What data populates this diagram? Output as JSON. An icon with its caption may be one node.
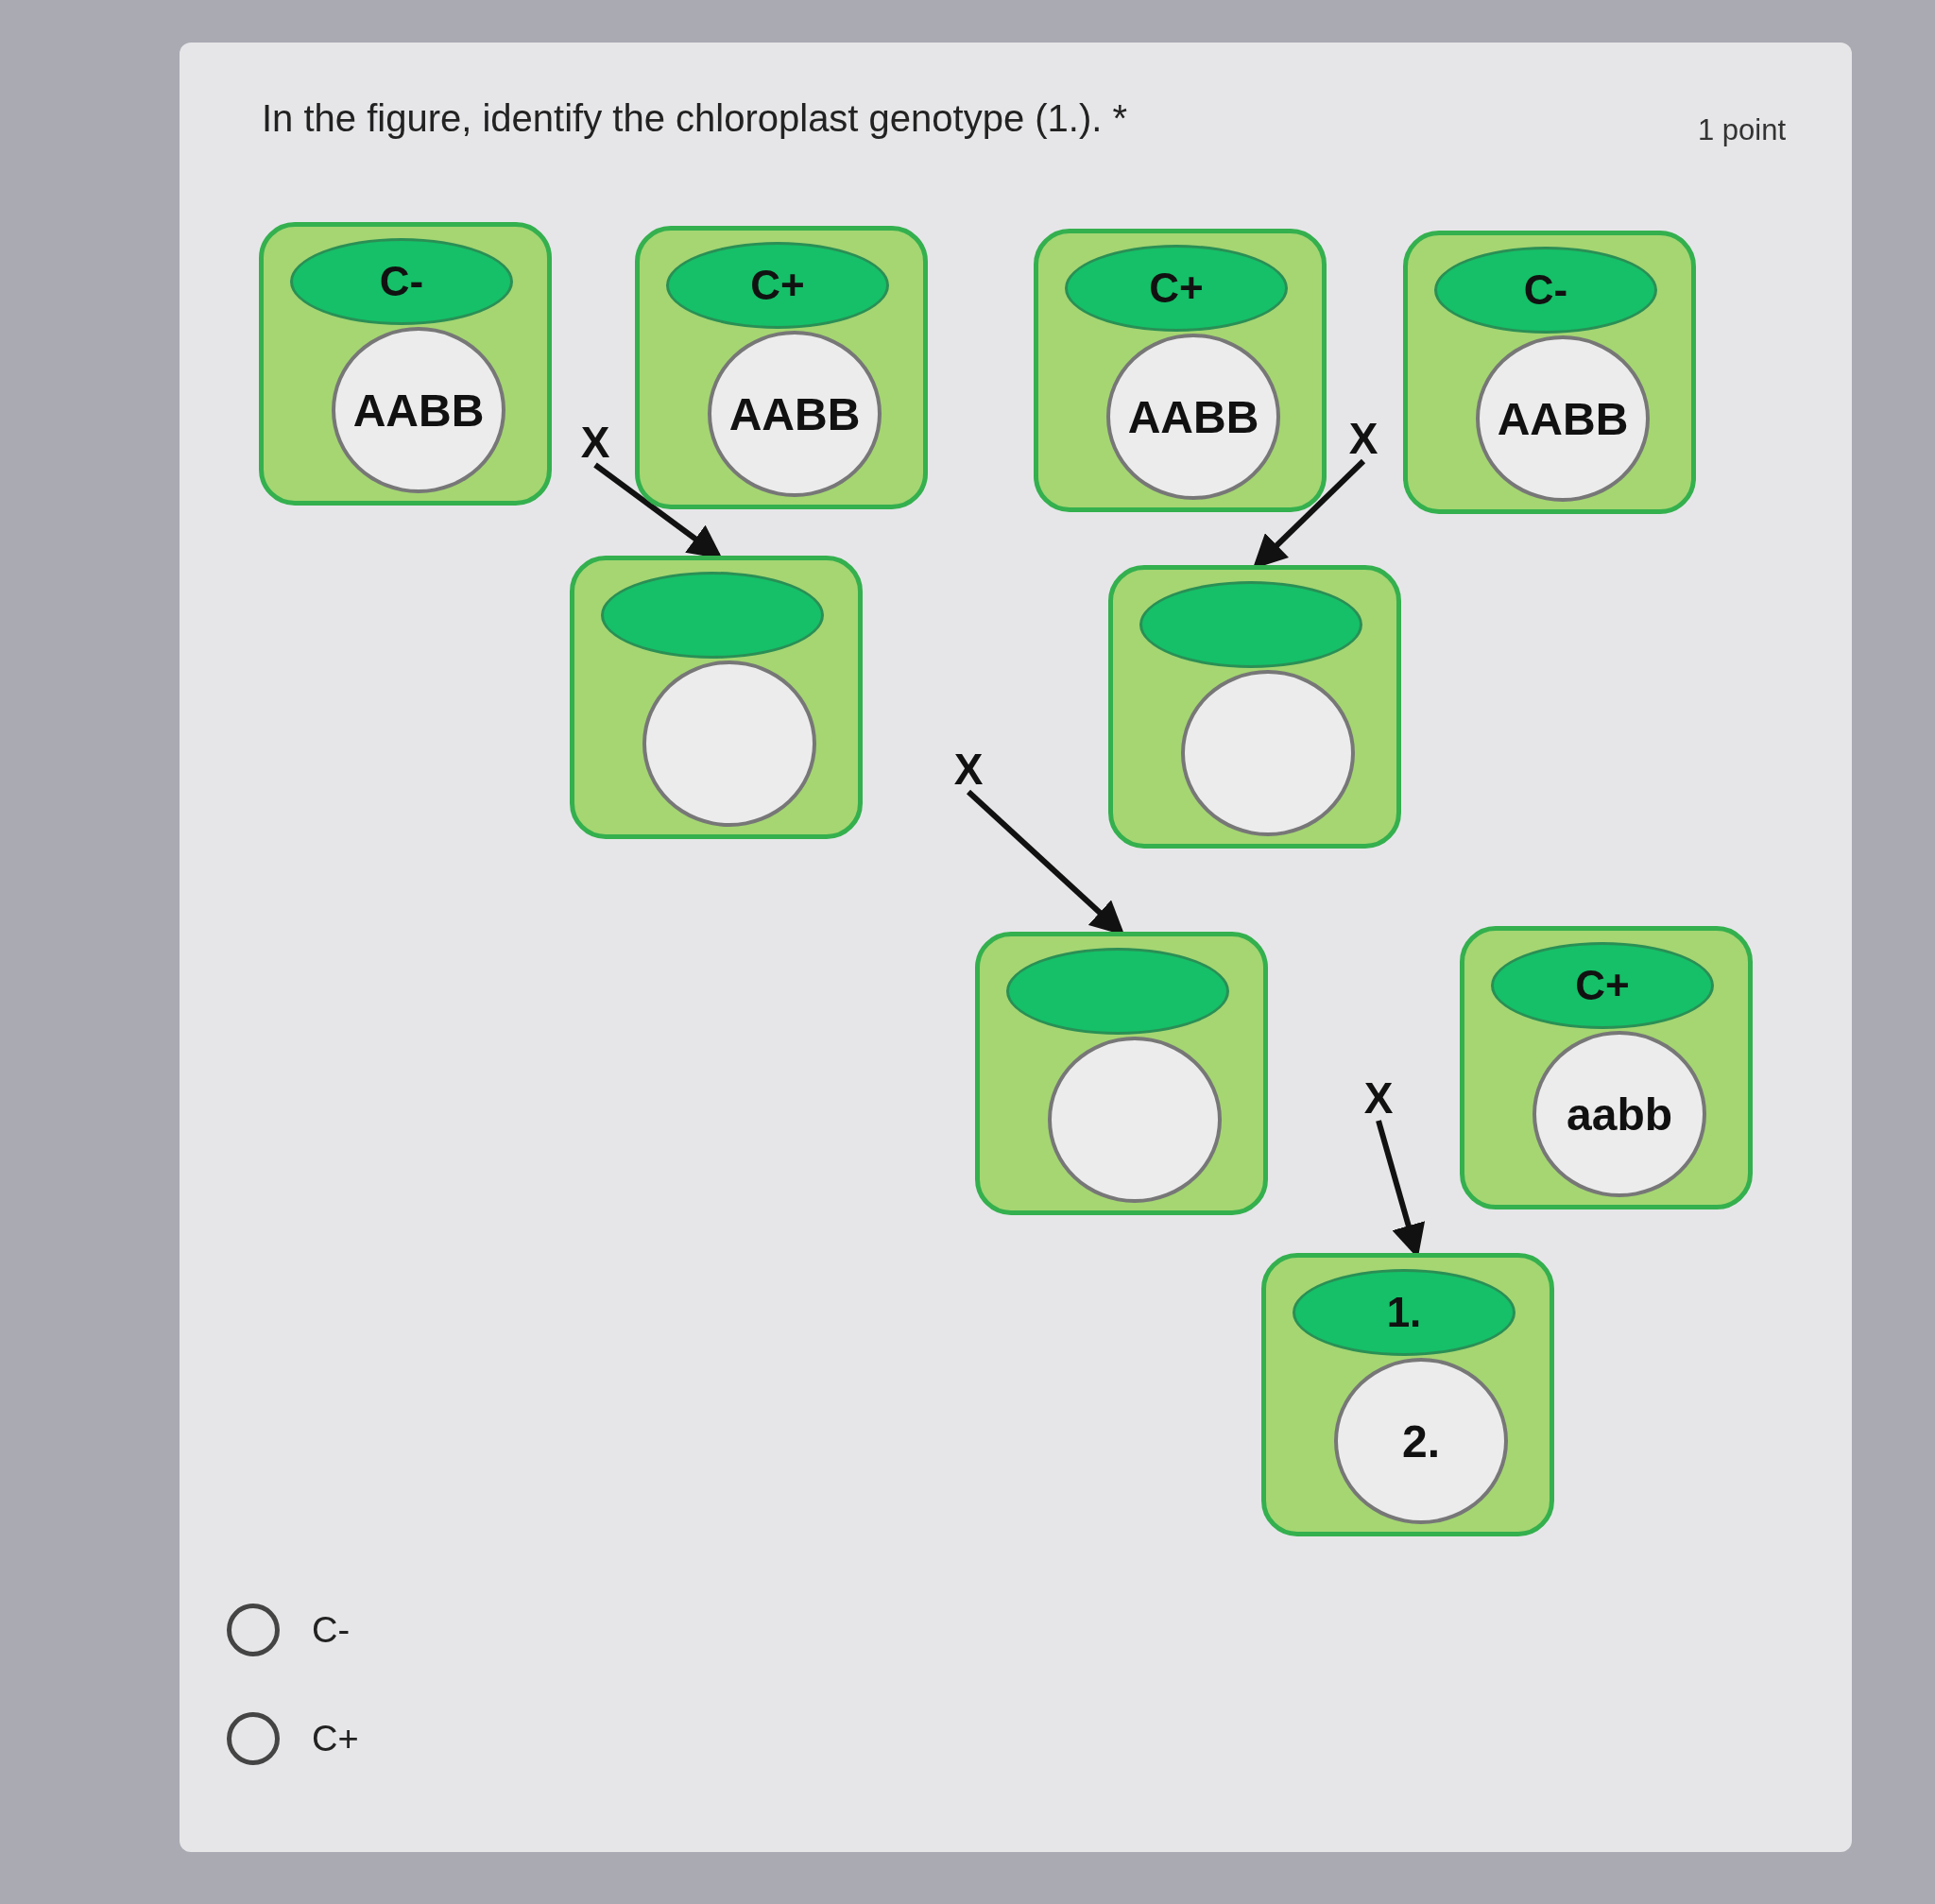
{
  "diagram": {
    "title": "In the figure, identify the chloroplast genotype (1.). *",
    "nodes": [
      {
        "text": [],
        "shape": "box"
      },
      {
        "text": [
          "C-"
        ],
        "in": 0
      },
      {
        "text": [
          "AABB"
        ],
        "in": 0
      },
      {
        "text": [],
        "shape": "box"
      },
      {
        "text": [
          "C+"
        ],
        "in": 3
      },
      {
        "text": [
          "AABB"
        ],
        "in": 3
      },
      {
        "text": [],
        "shape": "box"
      },
      {
        "text": [
          "C+"
        ],
        "in": 6
      },
      {
        "text": [
          "AABB"
        ],
        "in": 6
      },
      {
        "text": [],
        "shape": "box"
      },
      {
        "text": [
          "C-"
        ],
        "in": 9
      },
      {
        "text": [
          "AABB"
        ],
        "in": 9
      },
      {
        "text": [
          "X"
        ]
      },
      {
        "text": [
          "X"
        ]
      },
      {
        "text": [],
        "shape": "box"
      },
      {
        "text": [],
        "shape": "ellipse",
        "in": 14
      },
      {
        "text": [],
        "shape": "circle",
        "in": 14
      },
      {
        "text": [],
        "shape": "box"
      },
      {
        "text": [],
        "shape": "ellipse",
        "in": 17
      },
      {
        "text": [],
        "shape": "circle",
        "in": 17
      },
      {
        "text": [
          "X"
        ]
      },
      {
        "text": [],
        "shape": "box"
      },
      {
        "text": [],
        "shape": "ellipse",
        "in": 21
      },
      {
        "text": [],
        "shape": "circle",
        "in": 21
      },
      {
        "text": [],
        "shape": "box"
      },
      {
        "text": [
          "C+"
        ],
        "in": 24
      },
      {
        "text": [
          "aabb"
        ],
        "in": 24
      },
      {
        "text": [
          "X"
        ]
      },
      {
        "text": [],
        "shape": "box"
      },
      {
        "text": [
          "1."
        ],
        "in": 28
      },
      {
        "text": [
          "2."
        ],
        "in": 28
      }
    ],
    "edges": [
      {
        "from": 12,
        "to": 14,
        "arrow": "to"
      },
      {
        "from": 13,
        "to": 17,
        "arrow": "to"
      },
      {
        "from": 20,
        "to": 21,
        "arrow": "to"
      },
      {
        "from": 27,
        "to": 28,
        "arrow": "to"
      }
    ],
    "labels": [
      "1 point",
      "C-",
      "C+"
    ]
  }
}
